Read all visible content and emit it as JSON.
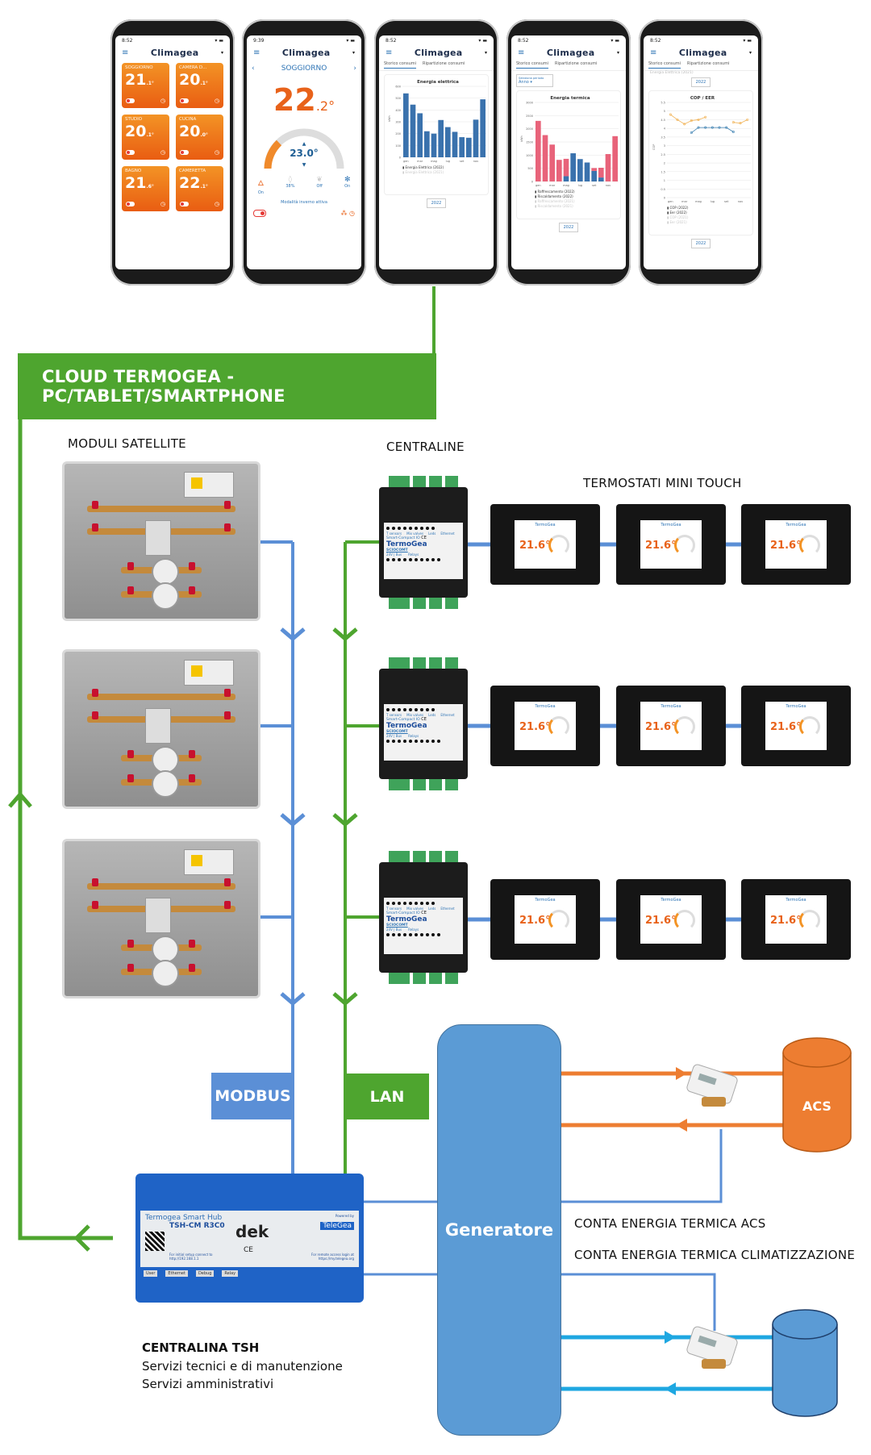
{
  "phones": [
    {
      "time": "8:52",
      "app": "Climagea",
      "rooms": [
        {
          "name": "SOGGIORNO",
          "temp": "21",
          "dec": ".1°"
        },
        {
          "name": "CAMERA D...",
          "temp": "20",
          "dec": ".1°"
        },
        {
          "name": "STUDIO",
          "temp": "20",
          "dec": ".1°"
        },
        {
          "name": "CUCINA",
          "temp": "20",
          "dec": ".0°"
        },
        {
          "name": "BAGNO",
          "temp": "21",
          "dec": ".6°"
        },
        {
          "name": "CAMERETTA",
          "temp": "22",
          "dec": ".1°"
        }
      ]
    },
    {
      "time": "9:39",
      "app": "Climagea",
      "room": "SOGGIORNO",
      "temp": "22",
      "dec": ".2°",
      "setpoint": "23.0°",
      "modes": [
        "On",
        "38%",
        "Off",
        "On"
      ],
      "mode_note": "Modalità inverno attiva"
    },
    {
      "time": "8:52",
      "app": "Climagea",
      "tabs": [
        "Storico consumi",
        "Ripartizione consumi"
      ],
      "year_button": "2022"
    },
    {
      "time": "8:52",
      "app": "Climagea",
      "tabs": [
        "Storico consumi",
        "Ripartizione consumi"
      ],
      "period_label": "Seleziona periodo",
      "period_value": "Anno",
      "year_button": "2022"
    },
    {
      "time": "8:52",
      "app": "Climagea",
      "tabs": [
        "Storico consumi",
        "Ripartizione consumi"
      ],
      "prev_legend": "Energia Elettrica (2021)",
      "year_button": "2022",
      "year_button_2": "2022"
    }
  ],
  "chart_data": [
    {
      "type": "bar",
      "title": "Energia elettrica",
      "ylabel": "kWh",
      "ylim": [
        0,
        600
      ],
      "yticks": [
        0,
        100,
        200,
        300,
        400,
        500,
        600
      ],
      "categories": [
        "gen",
        "feb",
        "mar",
        "apr",
        "mag",
        "giu",
        "lug",
        "ago",
        "set",
        "ott",
        "nov",
        "dic"
      ],
      "xtick_labels": [
        "gen",
        "mar",
        "mag",
        "lug",
        "set",
        "nov"
      ],
      "series": [
        {
          "name": "Energia Elettrica (2022)",
          "color": "#3a72ad",
          "values": [
            540,
            445,
            372,
            220,
            200,
            315,
            255,
            215,
            170,
            165,
            318,
            490
          ]
        }
      ],
      "hidden_series": [
        "Energia Elettrica (2021)"
      ]
    },
    {
      "type": "bar",
      "stacked": true,
      "title": "Energia termica",
      "ylabel": "kWh",
      "ylim": [
        0,
        3000
      ],
      "yticks": [
        0,
        500,
        1000,
        1500,
        2000,
        2500,
        3000
      ],
      "categories": [
        "gen",
        "feb",
        "mar",
        "apr",
        "mag",
        "giu",
        "lug",
        "ago",
        "set",
        "ott",
        "nov",
        "dic"
      ],
      "xtick_labels": [
        "gen",
        "mar",
        "mag",
        "lug",
        "set",
        "nov"
      ],
      "series": [
        {
          "name": "Raffrescamento (2022)",
          "color": "#3a72ad",
          "values": [
            0,
            0,
            0,
            0,
            200,
            1070,
            850,
            720,
            400,
            150,
            0,
            0
          ]
        },
        {
          "name": "Riscaldamento (2022)",
          "color": "#e8637a",
          "values": [
            2300,
            1760,
            1400,
            820,
            660,
            0,
            0,
            0,
            110,
            370,
            1040,
            1720
          ]
        }
      ],
      "hidden_series": [
        "Raffrescamento (2021)",
        "Riscaldamento (2021)"
      ]
    },
    {
      "type": "line",
      "title": "COP / EER",
      "ylabel": "COP",
      "ylim": [
        0,
        5.5
      ],
      "yticks": [
        0,
        0.5,
        1,
        1.5,
        2,
        2.5,
        3,
        3.5,
        4,
        4.5,
        5,
        5.5
      ],
      "categories": [
        "gen",
        "feb",
        "mar",
        "apr",
        "mag",
        "giu",
        "lug",
        "ago",
        "set",
        "ott",
        "nov",
        "dic"
      ],
      "xtick_labels": [
        "gen",
        "mar",
        "mag",
        "lug",
        "set",
        "nov"
      ],
      "series": [
        {
          "name": "COP (2022)",
          "color": "#f0b050",
          "values": [
            4.8,
            4.5,
            4.25,
            4.45,
            4.5,
            4.65,
            null,
            null,
            null,
            4.35,
            4.3,
            4.5
          ]
        },
        {
          "name": "Eer (2022)",
          "color": "#3a7fb0",
          "values": [
            null,
            null,
            null,
            3.75,
            4.05,
            4.05,
            4.05,
            4.05,
            4.05,
            3.8,
            null,
            null
          ]
        }
      ],
      "hidden_series": [
        "COP (2021)",
        "Eer (2021)"
      ]
    }
  ],
  "diagram": {
    "cloud_banner": "CLOUD TERMOGEA - PC/TABLET/SMARTPHONE",
    "satellite_label": "MODULI SATELLITE",
    "centraline_label": "CENTRALINE",
    "thermostats_label": "TERMOSTATI MINI TOUCH",
    "thermostat_brand": "TermoGea",
    "thermostat_temp": "21.6°",
    "controller_brand": "TermoGea",
    "controller_model": "Smart-Compact IO",
    "controller_sub": "SCIOCOMT",
    "controller_labels": [
      "T sensors",
      "Mix valves",
      "Leds",
      "Ethernet",
      "Relays",
      "24V | Bus"
    ],
    "modbus_label": "MODBUS",
    "lan_label": "LAN",
    "generatore_label": "Generatore",
    "acs_label": "ACS",
    "acs_meter_label": "CONTA ENERGIA TERMICA ACS",
    "clima_meter_label": "CONTA ENERGIA TERMICA CLIMATIZZAZIONE",
    "tsh": {
      "name": "Termogea Smart Hub",
      "model": "TSH-CM R3C0",
      "logo": "dek",
      "powered_by": "Powered by",
      "tele": "TeleGea",
      "setup_note": "For initial setup connect to http://192.168.1.1",
      "remote_note": "For remote access login at https://my.telegea.org",
      "ports": [
        "User",
        "Ethernet",
        "Debug",
        "Relay"
      ]
    },
    "tsh_title": "CENTRALINA TSH",
    "tsh_line1": "Servizi tecnici e di manutenzione",
    "tsh_line2": "Servizi amministrativi"
  },
  "colors": {
    "green": "#4ea52f",
    "blue_line": "#5b8fd6",
    "generatore": "#5b9bd5",
    "orange": "#ed7d31",
    "cyan": "#1ea7e1"
  }
}
